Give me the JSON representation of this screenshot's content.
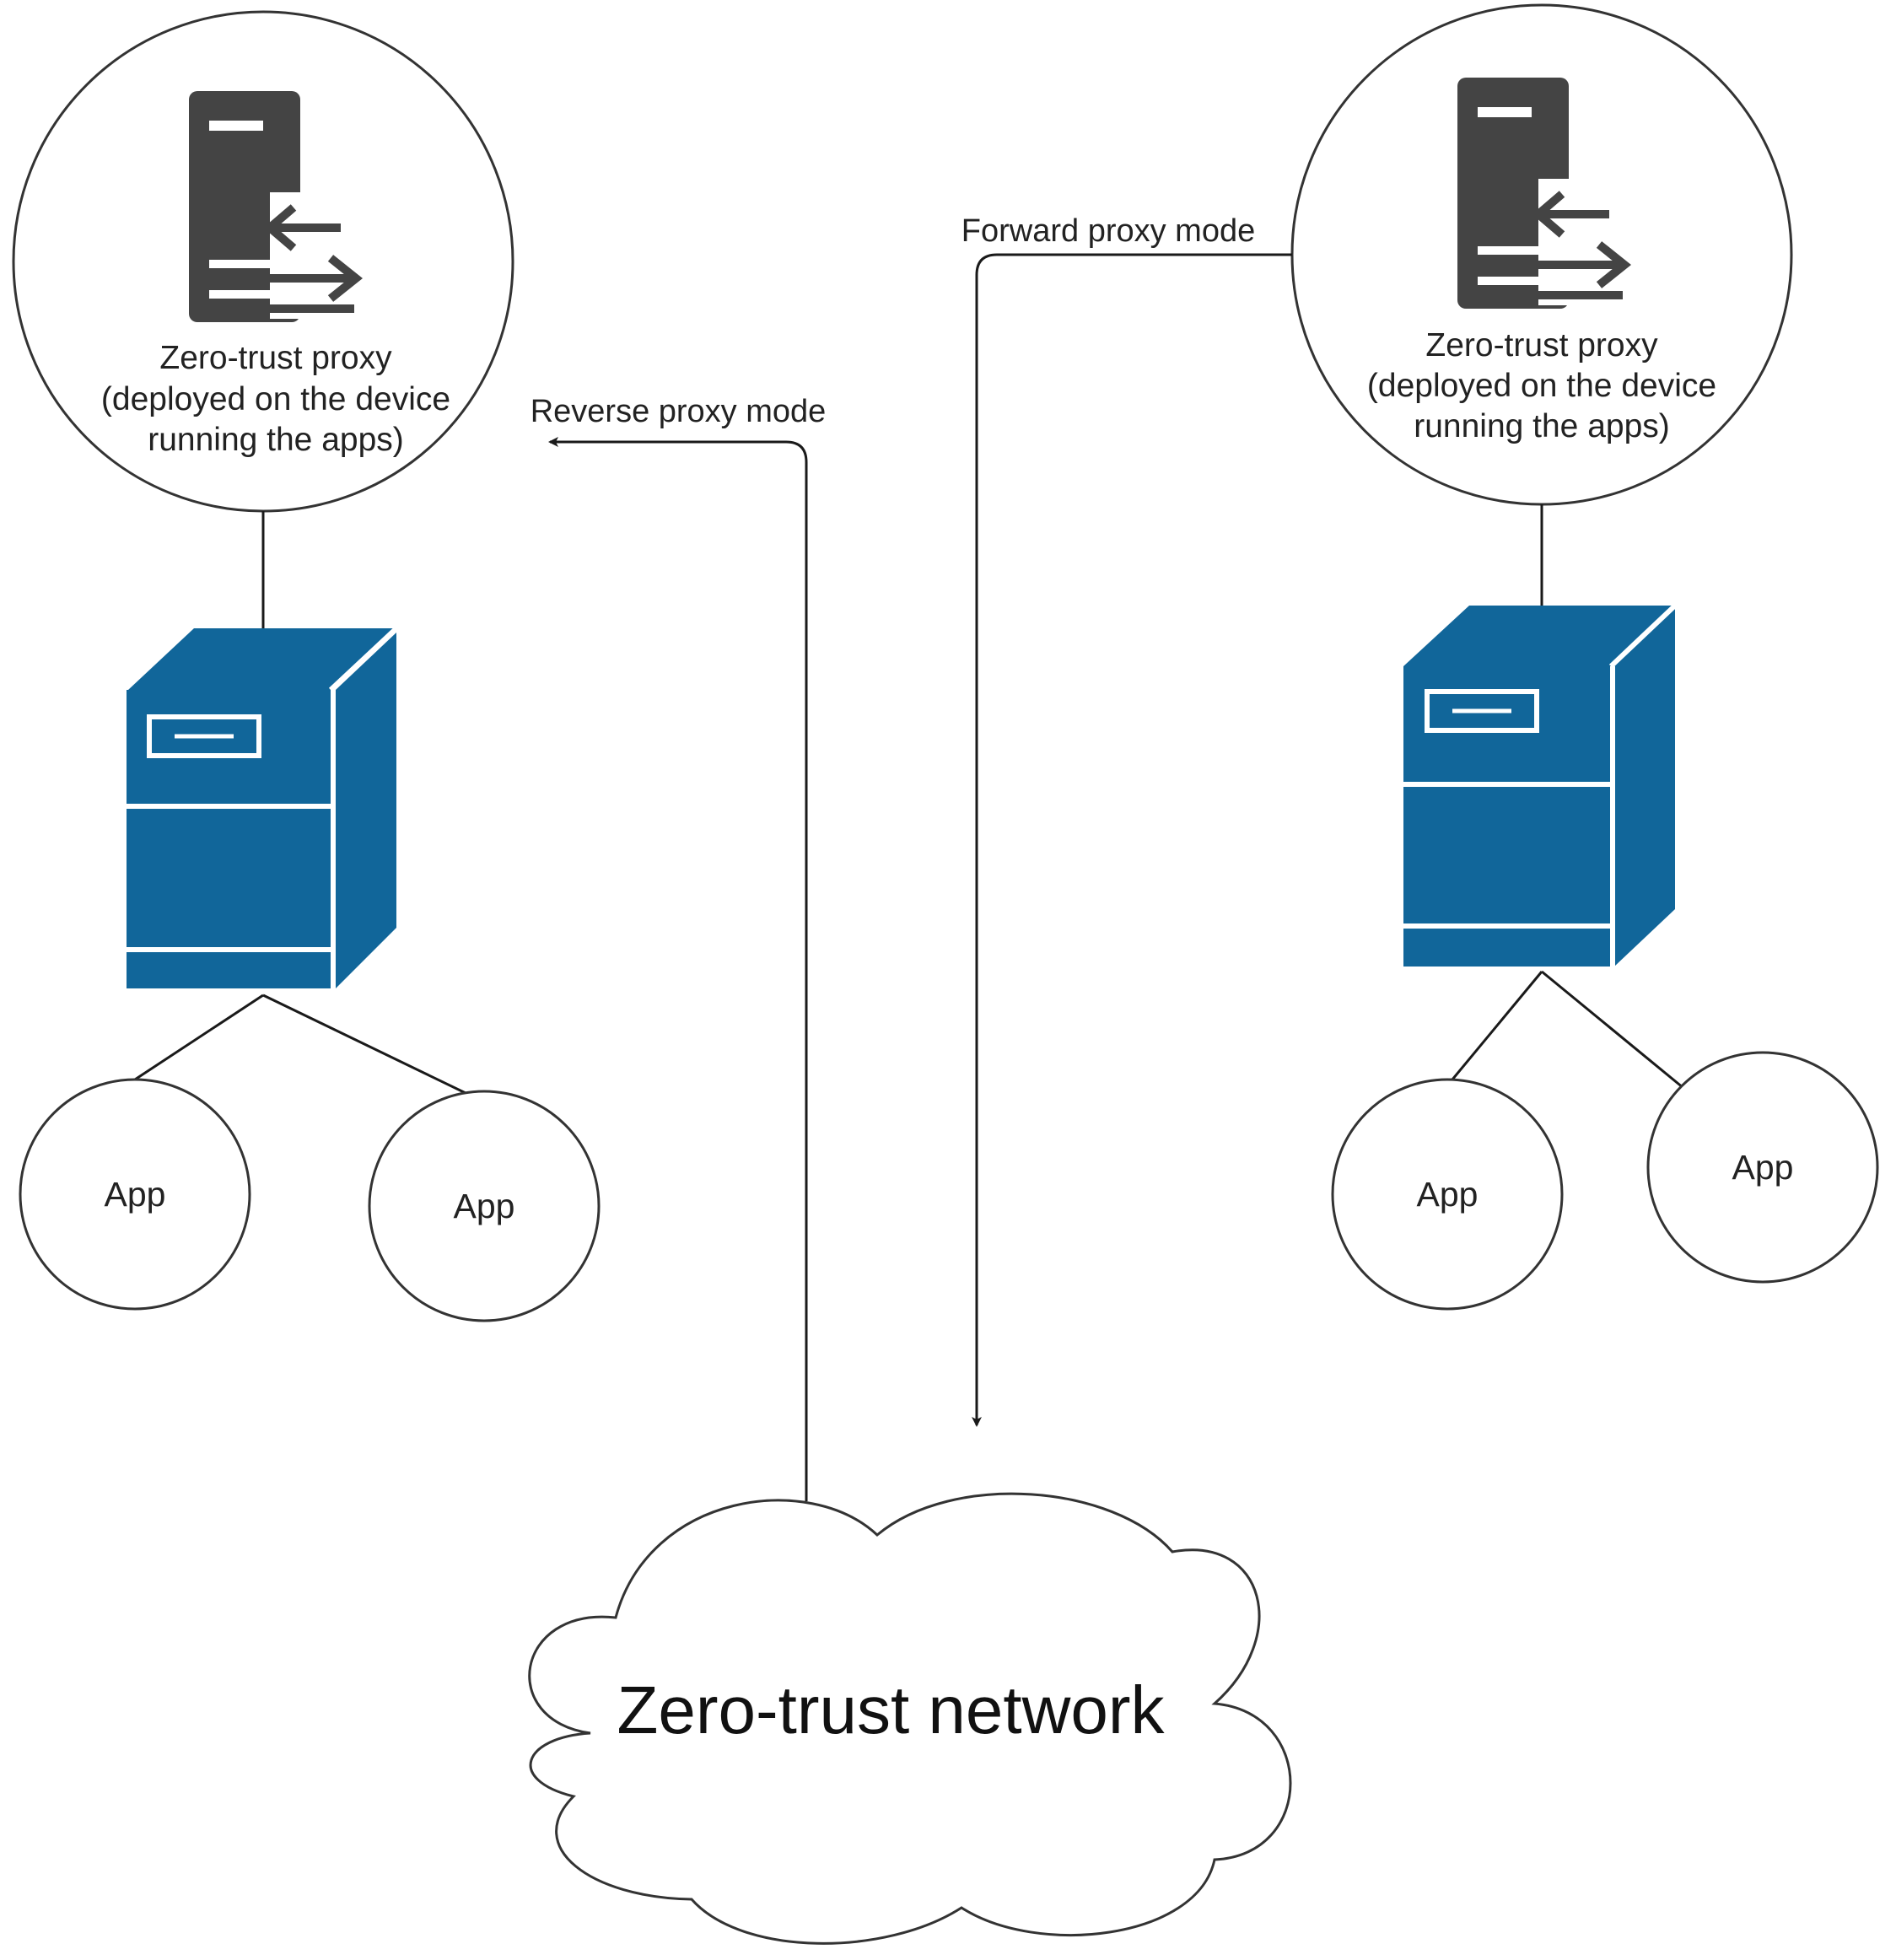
{
  "colors": {
    "server_blue": "#11669A",
    "proxy_icon": "#444444",
    "line": "#1a1a1a"
  },
  "left_proxy": {
    "icon": "proxy-server-icon",
    "line1": "Zero-trust proxy",
    "line2": "(deployed on the device",
    "line3": "running the apps)"
  },
  "right_proxy": {
    "icon": "proxy-server-icon",
    "line1": "Zero-trust proxy",
    "line2": "(deployed on the device",
    "line3": "running the apps)"
  },
  "left_server": {
    "icon": "server-tower-icon"
  },
  "right_server": {
    "icon": "server-tower-icon"
  },
  "left_apps": [
    "App",
    "App"
  ],
  "right_apps": [
    "App",
    "App"
  ],
  "edges": {
    "reverse_label": "Reverse proxy mode",
    "forward_label": "Forward proxy mode"
  },
  "network": {
    "label": "Zero-trust network"
  }
}
